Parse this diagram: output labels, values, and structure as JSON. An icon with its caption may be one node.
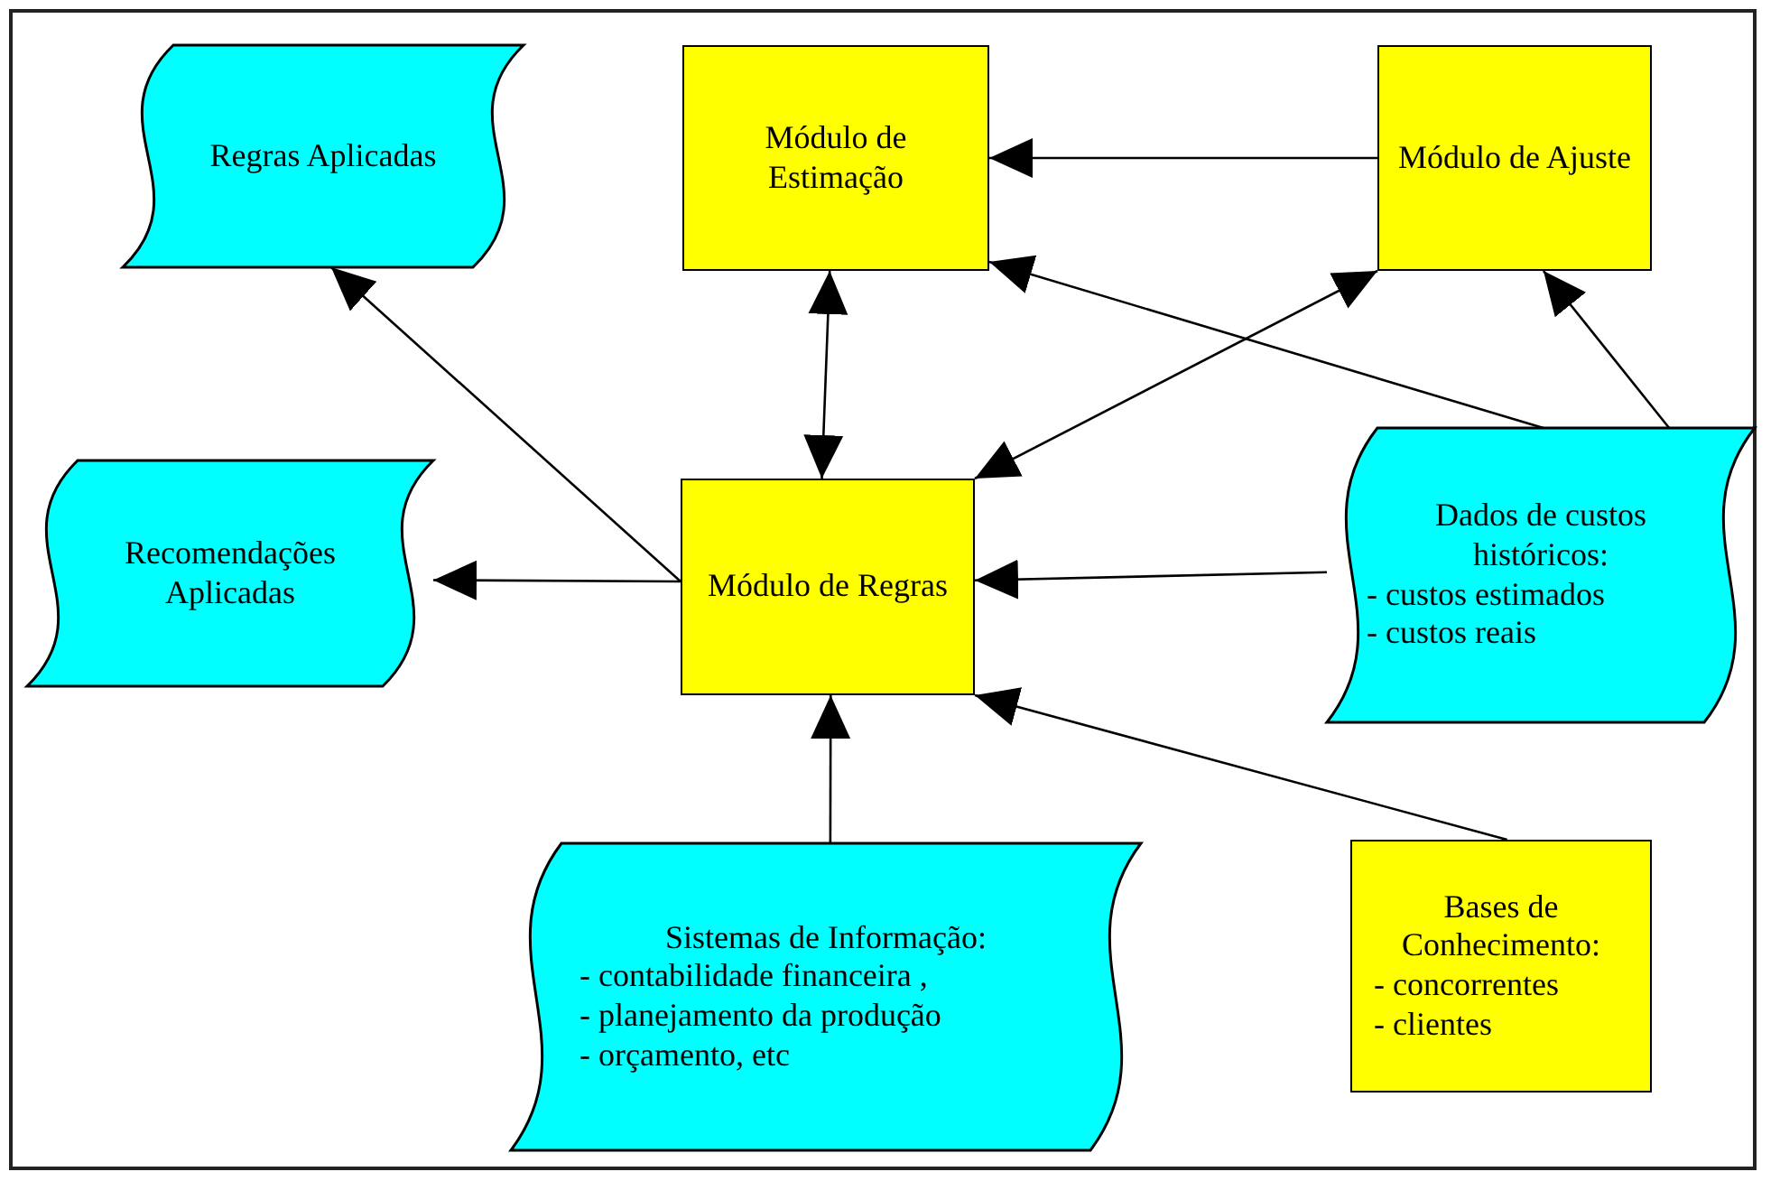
{
  "diagram": {
    "nodes": [
      {
        "text": [
          "Regras Aplicadas"
        ]
      },
      {
        "text": [
          "Módulo  de Estimação"
        ]
      },
      {
        "text": [
          "Módulo de Ajuste"
        ]
      },
      {
        "text": [
          "Recomendações Aplicadas"
        ]
      },
      {
        "text": [
          "Módulo de Regras"
        ]
      },
      {
        "text": [
          "Dados de custos históricos:",
          "- custos estimados",
          "- custos reais"
        ]
      },
      {
        "text": [
          "Sistemas de Informação:",
          "- contabilidade financeira ,",
          "- planejamento da produção",
          "- orçamento, etc"
        ]
      },
      {
        "text": [
          "Bases de Conhecimento:",
          "- concorrentes",
          "- clientes"
        ]
      }
    ],
    "edges": [
      {
        "from": 2,
        "to": 1,
        "arrow": "to"
      },
      {
        "from": 1,
        "to": 4,
        "arrow": "both"
      },
      {
        "from": 4,
        "to": 0,
        "arrow": "to"
      },
      {
        "from": 4,
        "to": 3,
        "arrow": "to"
      },
      {
        "from": 4,
        "to": 2,
        "arrow": "both"
      },
      {
        "from": 5,
        "to": 1,
        "arrow": "to"
      },
      {
        "from": 5,
        "to": 2,
        "arrow": "to"
      },
      {
        "from": 5,
        "to": 4,
        "arrow": "to"
      },
      {
        "from": 6,
        "to": 4,
        "arrow": "to"
      },
      {
        "from": 7,
        "to": 4,
        "arrow": "to"
      }
    ]
  }
}
